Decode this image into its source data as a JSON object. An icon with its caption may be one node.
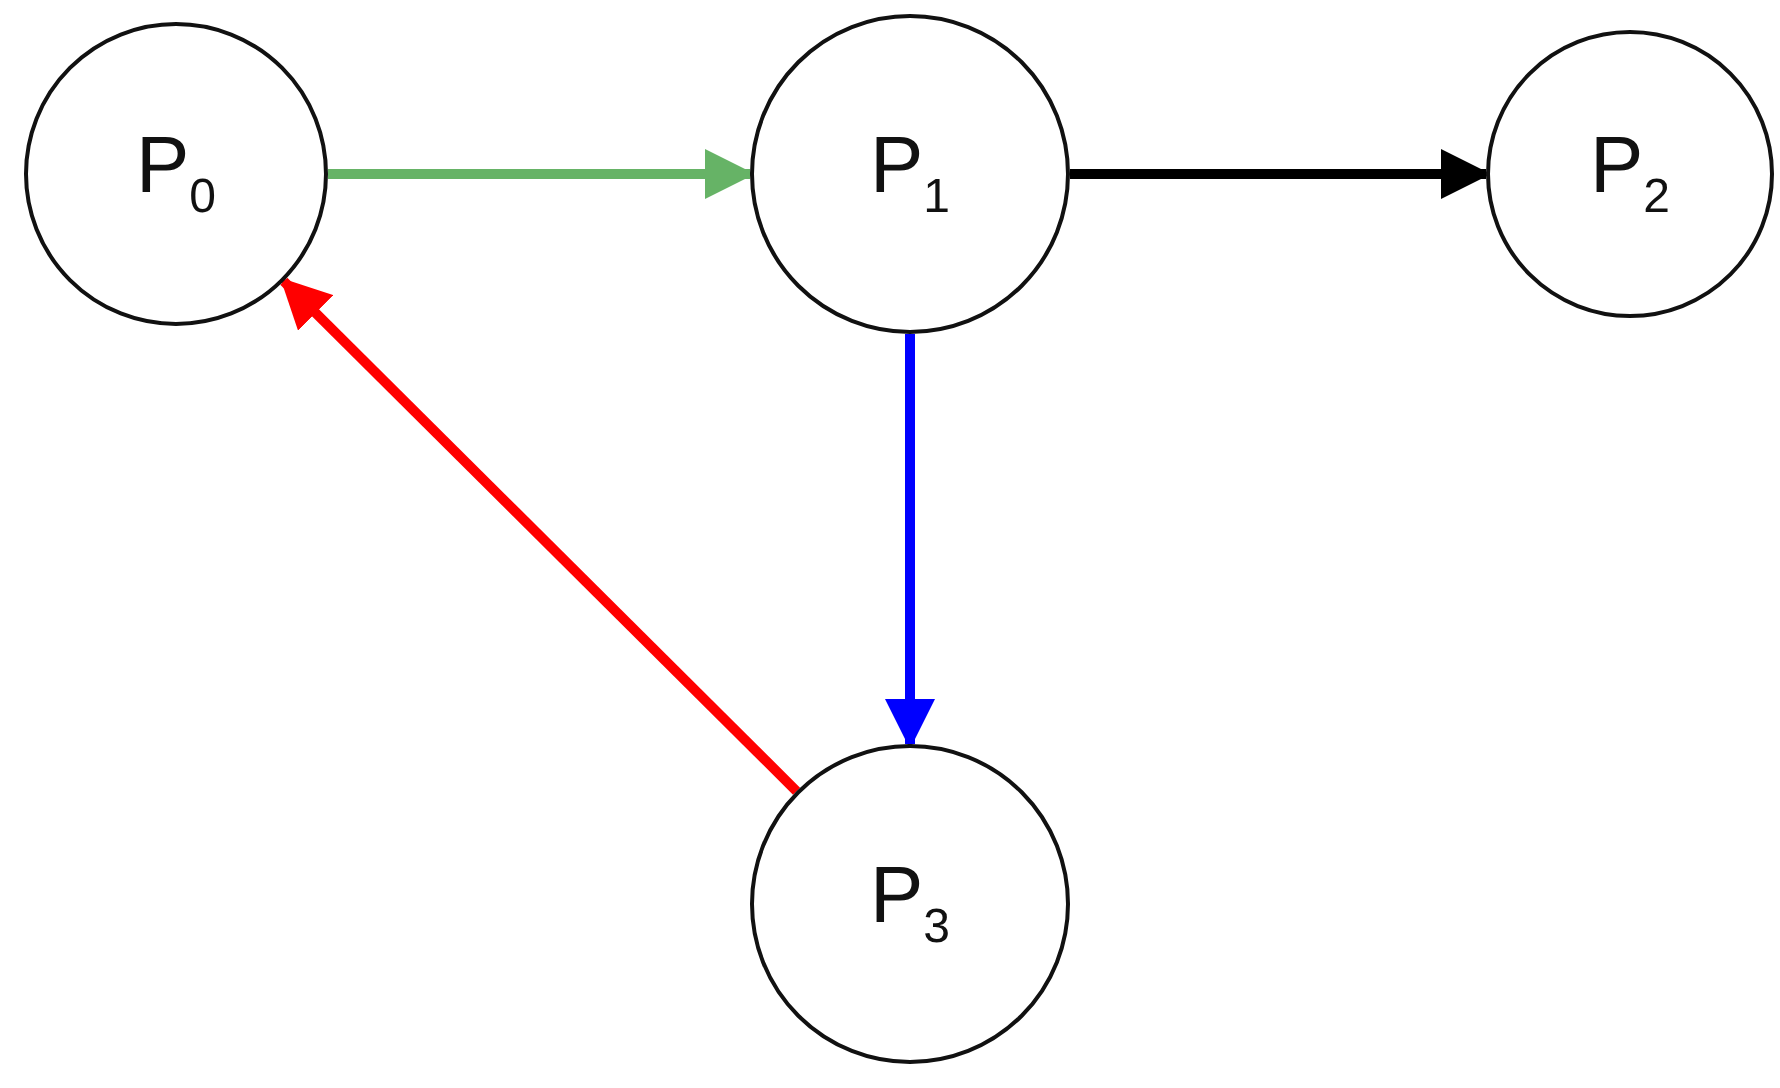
{
  "diagram": {
    "nodes": [
      {
        "text": [
          "P$_{0}$"
        ]
      },
      {
        "text": [
          "P$_{1}$"
        ]
      },
      {
        "text": [
          "P$_{2}$"
        ]
      },
      {
        "text": [
          "P$_{3}$"
        ]
      }
    ],
    "edges": [
      {
        "from": 0,
        "to": 1,
        "arrow": "to",
        "color": "#66b366"
      },
      {
        "from": 1,
        "to": 2,
        "arrow": "to",
        "color": "#000000"
      },
      {
        "from": 1,
        "to": 3,
        "arrow": "to",
        "color": "#0000ff"
      },
      {
        "from": 3,
        "to": 0,
        "arrow": "to",
        "color": "#ff0000"
      }
    ]
  }
}
